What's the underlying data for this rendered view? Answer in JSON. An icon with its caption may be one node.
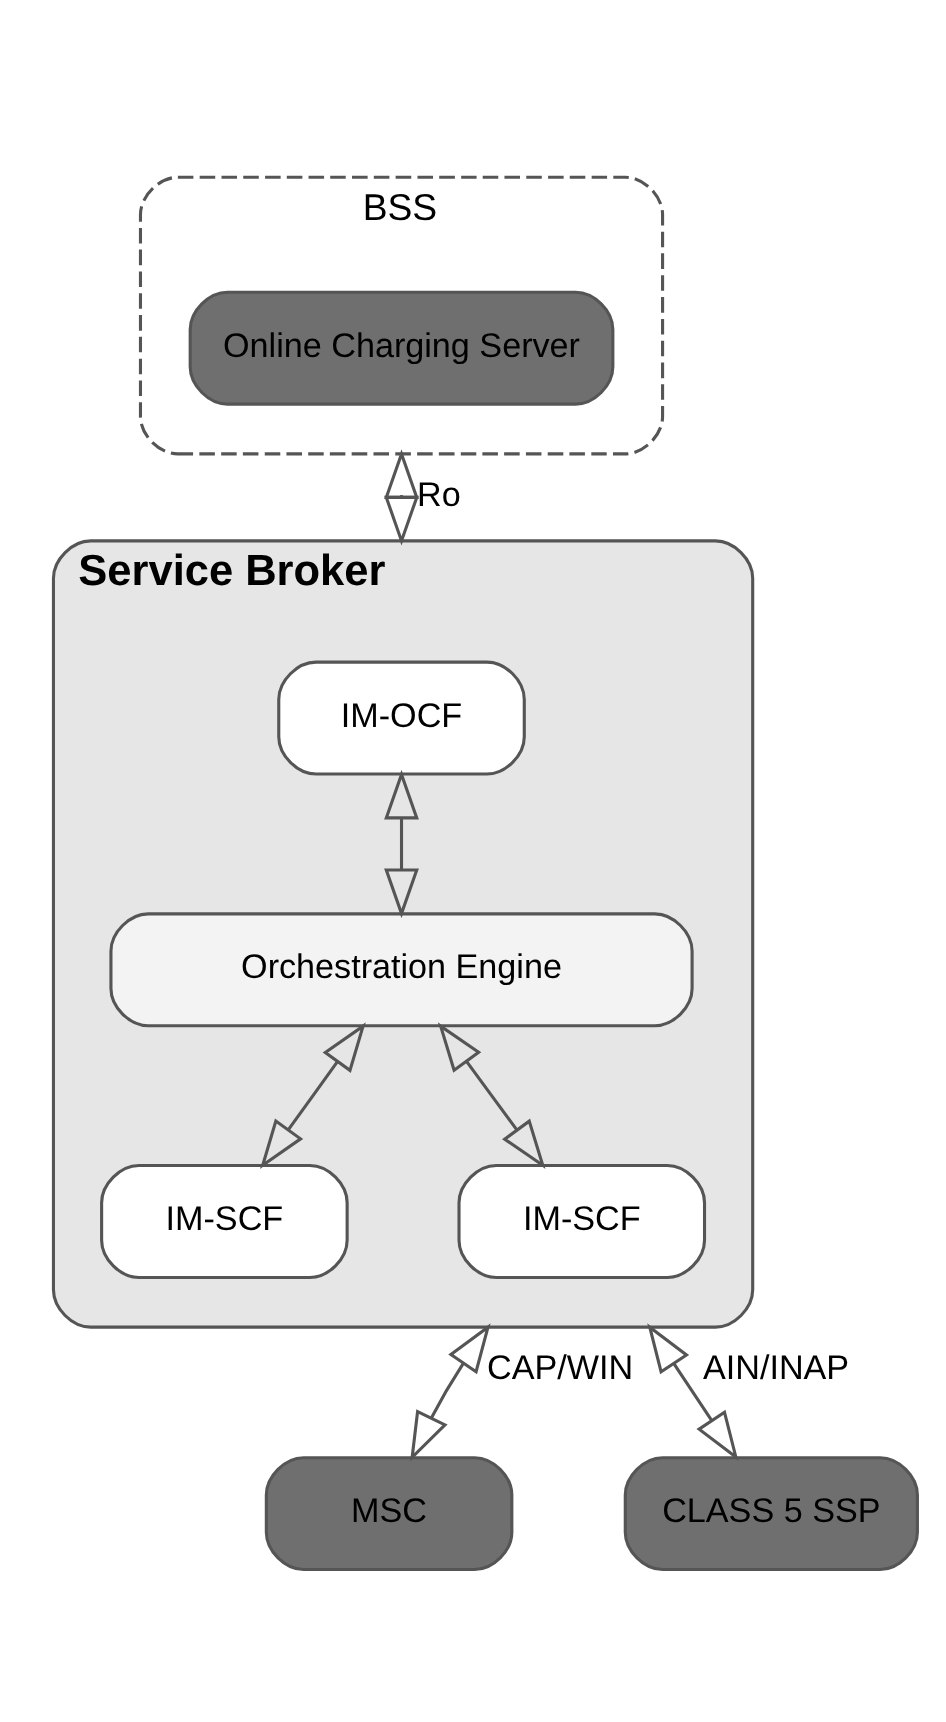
{
  "diagram": {
    "nodes": [
      {
        "text": [
          "BSS"
        ]
      },
      {
        "text": [
          "Online Charging Server"
        ],
        "in": 0
      },
      {
        "text": [
          "Service Broker"
        ]
      },
      {
        "text": [
          "IM-OCF"
        ],
        "in": 2
      },
      {
        "text": [
          "Orchestration Engine"
        ],
        "in": 2
      },
      {
        "text": [
          "IM-SCF"
        ],
        "in": 2
      },
      {
        "text": [
          "IM-SCF"
        ],
        "in": 2
      },
      {
        "text": [
          "MSC"
        ]
      },
      {
        "text": [
          "CLASS 5 SSP"
        ]
      }
    ],
    "edges": [
      {
        "from": 0,
        "to": 2,
        "arrow": "both",
        "label": "Ro"
      },
      {
        "from": 3,
        "to": 4,
        "arrow": "both"
      },
      {
        "from": 4,
        "to": 5,
        "arrow": "both"
      },
      {
        "from": 4,
        "to": 6,
        "arrow": "both"
      },
      {
        "from": 2,
        "to": 7,
        "arrow": "both",
        "label": "CAP/WIN"
      },
      {
        "from": 2,
        "to": 8,
        "arrow": "both",
        "label": "AIN/INAP"
      }
    ]
  }
}
